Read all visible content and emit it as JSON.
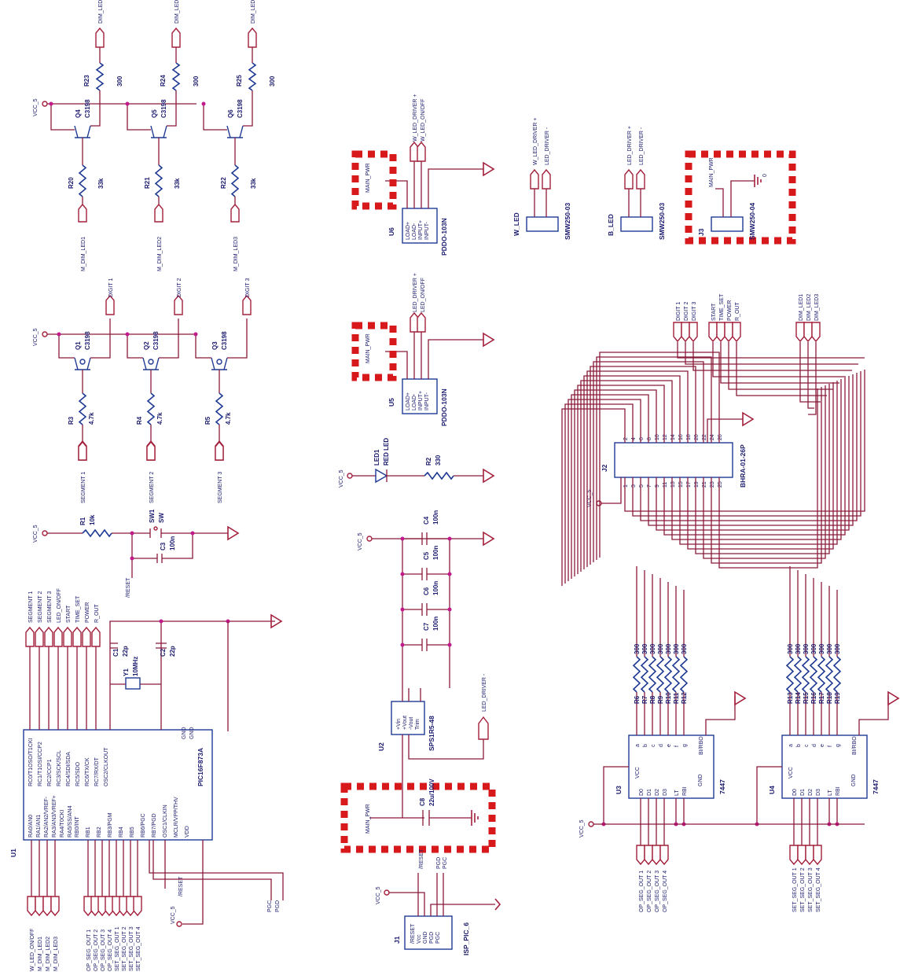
{
  "rail": "VCC_5",
  "mcu": {
    "ref": "U1",
    "part": "PIC16F873A",
    "left_pins": [
      "RA0/AN0",
      "RA1/AN1",
      "RA2/AN2/VREF-",
      "RA3/AN3/VREF+",
      "RA4/T0CKI",
      "RA5/SS/AN4"
    ],
    "right_pins": [
      "RC0/T1OSO/T1CKI",
      "RC1/T1OSI/CCP2",
      "RC2/CCP1",
      "RC3/SCK/SCL",
      "RC4/SDI/SDA",
      "RC5/SDO",
      "RC6/TX/CK",
      "RC7/RX/DT",
      "OSC2/CLKOUT"
    ],
    "bottom_pins": [
      "RB0/INT",
      "RB1",
      "RB2",
      "RB3/PGM",
      "RB4",
      "RB5",
      "RB6/PGC",
      "RB7/PGD",
      "OSC1/CLKIN",
      "MCLR/VPP/THV",
      "VDD"
    ],
    "gnd_pins": [
      "GND",
      "GND"
    ]
  },
  "mcu_ports_top": [
    "SEGMENT 1",
    "SEGMENT 2",
    "SEGMENT 3",
    "LED_ON/OFF",
    "START",
    "TIME_SET",
    "POWER",
    "R_OUT"
  ],
  "mcu_ports_left": [
    "W_LED_ON/OFF",
    "M_DIM_LED1",
    "M_DIM_LED2",
    "M_DIM_LED3"
  ],
  "mcu_ports_bottom": [
    "OP_SEG_OUT 1",
    "OP_SEG_OUT 2",
    "OP_SEG_OUT 3",
    "OP_SEG_OUT 4",
    "SET_SEG_OUT 1",
    "SET_SEG_OUT 2",
    "SET_SEG_OUT 3",
    "SET_SEG_OUT 4"
  ],
  "crystal": {
    "ref": "Y1",
    "value": "10MHz"
  },
  "caps_osc": [
    {
      "ref": "C1",
      "value": "22p"
    },
    {
      "ref": "C2",
      "value": "22p"
    }
  ],
  "reset": {
    "r": "R1",
    "r_value": "10k",
    "sw": "SW1",
    "sw_value": "SW",
    "c": "C3",
    "c_value": "100n",
    "net": "/RESET"
  },
  "mcu_misc_nets": [
    "/RESET",
    "PGC",
    "PGD",
    "VCC_5"
  ],
  "seg_transistors": [
    {
      "q": "Q1",
      "part": "C3198",
      "r": "R3",
      "r_value": "4.7k",
      "in": "SEGMENT 1",
      "out": "DIGIT 1"
    },
    {
      "q": "Q2",
      "part": "C3198",
      "r": "R4",
      "r_value": "4.7k",
      "in": "SEGMENT 2",
      "out": "DIGIT 2"
    },
    {
      "q": "Q3",
      "part": "C3198",
      "r": "R5",
      "r_value": "4.7k",
      "in": "SEGMENT 3",
      "out": "DIGIT 3"
    }
  ],
  "dim_transistors": [
    {
      "q": "Q4",
      "part": "C3198",
      "rb": "R20",
      "rb_value": "33k",
      "rc": "R23",
      "rc_value": "300",
      "in": "M_DIM_LED1",
      "out": "DIM_LED1"
    },
    {
      "q": "Q5",
      "part": "C3198",
      "rb": "R21",
      "rb_value": "33k",
      "rc": "R24",
      "rc_value": "300",
      "in": "M_DIM_LED2",
      "out": "DIM_LED2"
    },
    {
      "q": "Q6",
      "part": "C3198",
      "rb": "R22",
      "rb_value": "33k",
      "rc": "R25",
      "rc_value": "300",
      "in": "M_DIM_LED3",
      "out": "DIM_LED3"
    }
  ],
  "isp": {
    "ref": "J1",
    "part": "ISP_PIC_6",
    "pins": [
      "/RESET",
      "Vcc",
      "GND",
      "PGD",
      "PGC"
    ],
    "nets": [
      "/RESET",
      "PGD",
      "PGC"
    ]
  },
  "regulator": {
    "ref": "U2",
    "part": "SPS1R5-48",
    "pins": [
      "+Vin",
      "-Vin",
      "+Vout",
      "-Vout",
      "Trim"
    ],
    "cap": "C8",
    "cap_value": "22u/100V",
    "in_net": "MAIN_PWR",
    "out_net": "LED_DRIVER -"
  },
  "decoupling": [
    {
      "ref": "C4",
      "value": "100n"
    },
    {
      "ref": "C5",
      "value": "100n"
    },
    {
      "ref": "C6",
      "value": "100n"
    },
    {
      "ref": "C7",
      "value": "100n"
    }
  ],
  "led": {
    "ref": "LED1",
    "part": "RED LED",
    "r": "R2",
    "r_value": "330"
  },
  "drivers": [
    {
      "ref": "U5",
      "part": "PDDO-103N",
      "pins": [
        "LOAD+",
        "LOAD-",
        "INPUT+",
        "INPUT-"
      ],
      "net_in": "MAIN_PWR",
      "net_out1": "LED_DRIVER +",
      "net_out2": "LED_ON/OFF"
    },
    {
      "ref": "U6",
      "part": "PDDO-103N",
      "pins": [
        "LOAD+",
        "LOAD-",
        "INPUT+",
        "INPUT-"
      ],
      "net_in": "MAIN_PWR",
      "net_out1": "W_LED_DRIVER +",
      "net_out2": "W_LED_ON/OFF"
    }
  ],
  "connectors_small": [
    {
      "ref": "W_LED",
      "part": "SMW250-03",
      "nets": [
        "W_LED_DRIVER +",
        "LED_DRIVER -"
      ]
    },
    {
      "ref": "B_LED",
      "part": "SMW250-03",
      "nets": [
        "LED_DRIVER +",
        "LED_DRIVER -"
      ]
    },
    {
      "ref": "J3",
      "part": "SMW250-04",
      "nets": [
        "MAIN_PWR",
        "0"
      ]
    }
  ],
  "header": {
    "ref": "J2",
    "part": "BHRA-01-26P",
    "pins_top": [
      "2",
      "4",
      "6",
      "8",
      "10",
      "12",
      "14",
      "16",
      "18",
      "20",
      "22",
      "24",
      "26"
    ],
    "pins_bottom": [
      "1",
      "3",
      "5",
      "7",
      "9",
      "11",
      "13",
      "15",
      "17",
      "19",
      "21",
      "23",
      "25"
    ],
    "nets_left": [
      "DIGIT 1",
      "DIGIT 2",
      "DIGIT 3"
    ],
    "nets_mid": [
      "START",
      "TIME_SET",
      "POWER",
      "R_OUT"
    ],
    "nets_right": [
      "DIM_LED1",
      "DIM_LED2",
      "DIM_LED3"
    ]
  },
  "decoders": [
    {
      "ref": "U3",
      "part": "7447",
      "pins": [
        "a",
        "b",
        "c",
        "d",
        "e",
        "f",
        "g",
        "VCC",
        "D0",
        "D1",
        "D2",
        "D3",
        "LT",
        "RBI",
        "GND",
        "BI/RBO"
      ],
      "resistors": [
        "R6",
        "R7",
        "R8",
        "R9",
        "R10",
        "R11",
        "R12"
      ],
      "r_value": "300",
      "inputs": [
        "OP_SEG_OUT 1",
        "OP_SEG_OUT 2",
        "OP_SEG_OUT 3",
        "OP_SEG_OUT 4"
      ]
    },
    {
      "ref": "U4",
      "part": "7447",
      "pins": [
        "a",
        "b",
        "c",
        "d",
        "e",
        "f",
        "g",
        "VCC",
        "D0",
        "D1",
        "D2",
        "D3",
        "LT",
        "RBI",
        "GND",
        "BI/RBO"
      ],
      "resistors": [
        "R13",
        "R14",
        "R15",
        "R16",
        "R17",
        "R18",
        "R19"
      ],
      "r_value": "300",
      "inputs": [
        "SET_SEG_OUT 1",
        "SET_SEG_OUT 2",
        "SET_SEG_OUT 3",
        "SET_SEG_OUT 4"
      ]
    }
  ],
  "colors": {
    "wire": "#8b1a3a",
    "component": "#1f3a93",
    "highlight": "#d7191c",
    "junction": "#c21a8c",
    "text": "#1a1a6e"
  }
}
